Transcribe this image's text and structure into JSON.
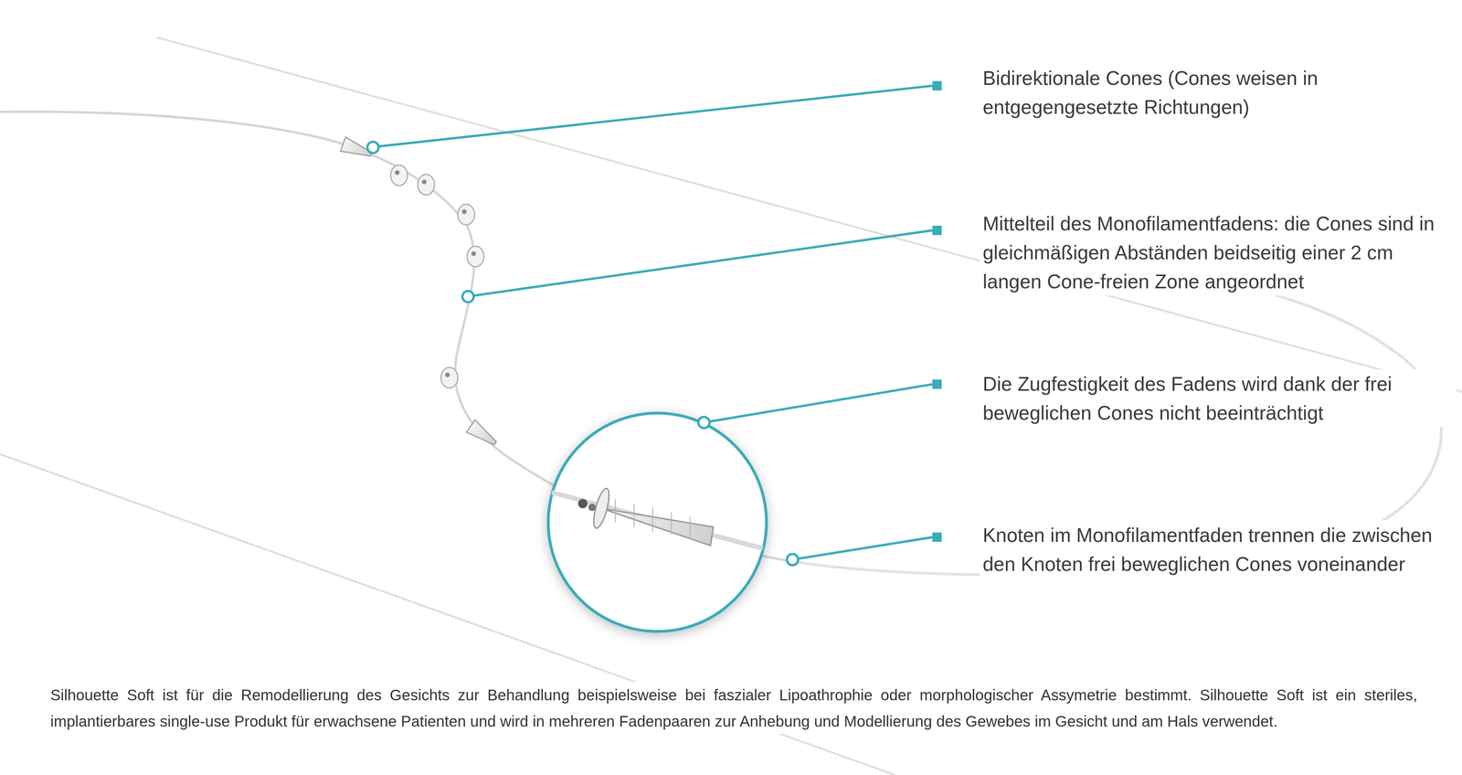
{
  "diagram": {
    "caption": "Silhouette Soft ist für die Remodellierung des Gesichts zur Behandlung beispielsweise bei faszialer Lipoathrophie oder morphologischer Assymetrie bestimmt. Silhouette Soft ist ein steriles, implantierbares single-use Produkt für erwachsene Patienten und wird in mehreren Fadenpaaren zur Anhebung und Modellierung des Gewebes im Gesicht und am Hals verwendet.",
    "labels": [
      "Bidirektionale Cones (Cones weisen in entgegengesetzte Richtungen)",
      "Mittelteil des Monofilamentfadens: die Cones sind in gleichmäßigen Abständen beidseitig einer 2 cm langen Cone-freien Zone angeordnet",
      "Die Zugfestigkeit des Fadens wird dank der frei beweglichen Cones nicht beeinträchtigt",
      "Knoten im Monofilamentfaden trennen die zwischen den Knoten frei beweglichen Cones voneinander"
    ]
  }
}
